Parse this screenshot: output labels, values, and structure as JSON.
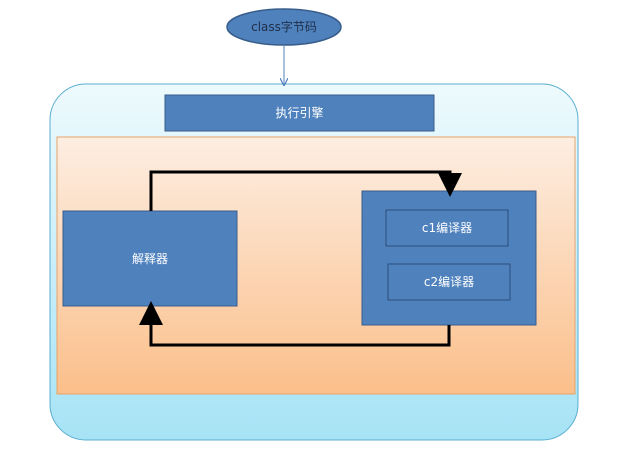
{
  "diagram": {
    "start_node": {
      "label": "class字节码"
    },
    "engine": {
      "label": "执行引擎"
    },
    "interpreter": {
      "label": "解释器"
    },
    "c1_compiler": {
      "label": "c1编译器"
    },
    "c2_compiler": {
      "label": "c2编译器"
    }
  },
  "colors": {
    "box_fill": "#4f81bd",
    "box_stroke": "#385d8a",
    "outer_fill_top": "#eefafd",
    "outer_fill_bottom": "#a6e3f5",
    "outer_stroke": "#5aaed0",
    "inner_fill_top": "#fdeee2",
    "inner_fill_bottom": "#fbbf8a",
    "inner_stroke": "#e7a36a",
    "arrow": "#000000",
    "connector": "#4f81bd"
  }
}
